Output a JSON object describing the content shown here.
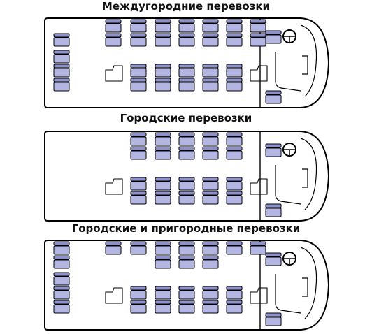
{
  "colors": {
    "seat_fill": "#b3b6e2",
    "seat_back": "#8e92cc",
    "outline": "#000000",
    "background": "#ffffff"
  },
  "layouts": [
    {
      "title": "Междугородние перевозки",
      "rows": [
        [
          "ROW",
          "EMPTY",
          "SEAT",
          "SEAT",
          "SEAT",
          "SEAT",
          "SEAT",
          "SEAT",
          "SEAT"
        ],
        [
          "SEAT",
          "EMPTY",
          "SEAT",
          "SEAT",
          "SEAT",
          "SEAT",
          "SEAT",
          "SEAT",
          "SEAT"
        ],
        [
          "SEAT",
          "EMPTY",
          "EMPTY",
          "EMPTY",
          "EMPTY",
          "EMPTY",
          "EMPTY",
          "EMPTY",
          "EMPTY"
        ],
        [
          "SEAT",
          "EMPTY",
          "DOOR",
          "SEAT",
          "SEAT",
          "SEAT",
          "SEAT",
          "SEAT",
          "DOOR"
        ],
        [
          "SEAT",
          "EMPTY",
          "EMPTY",
          "SEAT",
          "SEAT",
          "SEAT",
          "SEAT",
          "SEAT",
          "EMPTY"
        ]
      ]
    },
    {
      "title": "Городские перевозки",
      "rows": [
        [
          "EMPTY",
          "EMPTY",
          "EMPTY",
          "SEAT",
          "SEAT",
          "SEAT",
          "SEAT",
          "SEAT",
          "EMPTY"
        ],
        [
          "EMPTY",
          "EMPTY",
          "EMPTY",
          "SEAT",
          "SEAT",
          "SEAT",
          "SEAT",
          "SEAT",
          "EMPTY"
        ],
        [
          "EMPTY",
          "EMPTY",
          "EMPTY",
          "EMPTY",
          "EMPTY",
          "EMPTY",
          "EMPTY",
          "EMPTY",
          "EMPTY"
        ],
        [
          "EMPTY",
          "EMPTY",
          "DOOR",
          "SEAT",
          "SEAT",
          "SEAT",
          "SEAT",
          "SEAT",
          "DOOR"
        ],
        [
          "EMPTY",
          "EMPTY",
          "EMPTY",
          "SEAT",
          "SEAT",
          "SEAT",
          "SEAT",
          "SEAT",
          "EMPTY"
        ]
      ]
    },
    {
      "title": "Городские и пригородные перевозки",
      "rows": [
        [
          "SEAT",
          "EMPTY",
          "SEAT",
          "SEAT",
          "SEAT",
          "SEAT",
          "SEAT",
          "SEAT",
          "SEAT"
        ],
        [
          "SEAT",
          "EMPTY",
          "EMPTY",
          "EMPTY",
          "SEAT",
          "SEAT",
          "SEAT",
          "EMPTY",
          "EMPTY"
        ],
        [
          "SEAT",
          "EMPTY",
          "EMPTY",
          "EMPTY",
          "EMPTY",
          "EMPTY",
          "EMPTY",
          "EMPTY",
          "EMPTY"
        ],
        [
          "SEAT",
          "EMPTY",
          "DOOR",
          "SEAT",
          "SEAT",
          "SEAT",
          "SEAT",
          "SEAT",
          "DOOR"
        ],
        [
          "SEAT",
          "EMPTY",
          "EMPTY",
          "SEAT",
          "SEAT",
          "SEAT",
          "SEAT",
          "SEAT",
          "EMPTY"
        ]
      ]
    }
  ]
}
